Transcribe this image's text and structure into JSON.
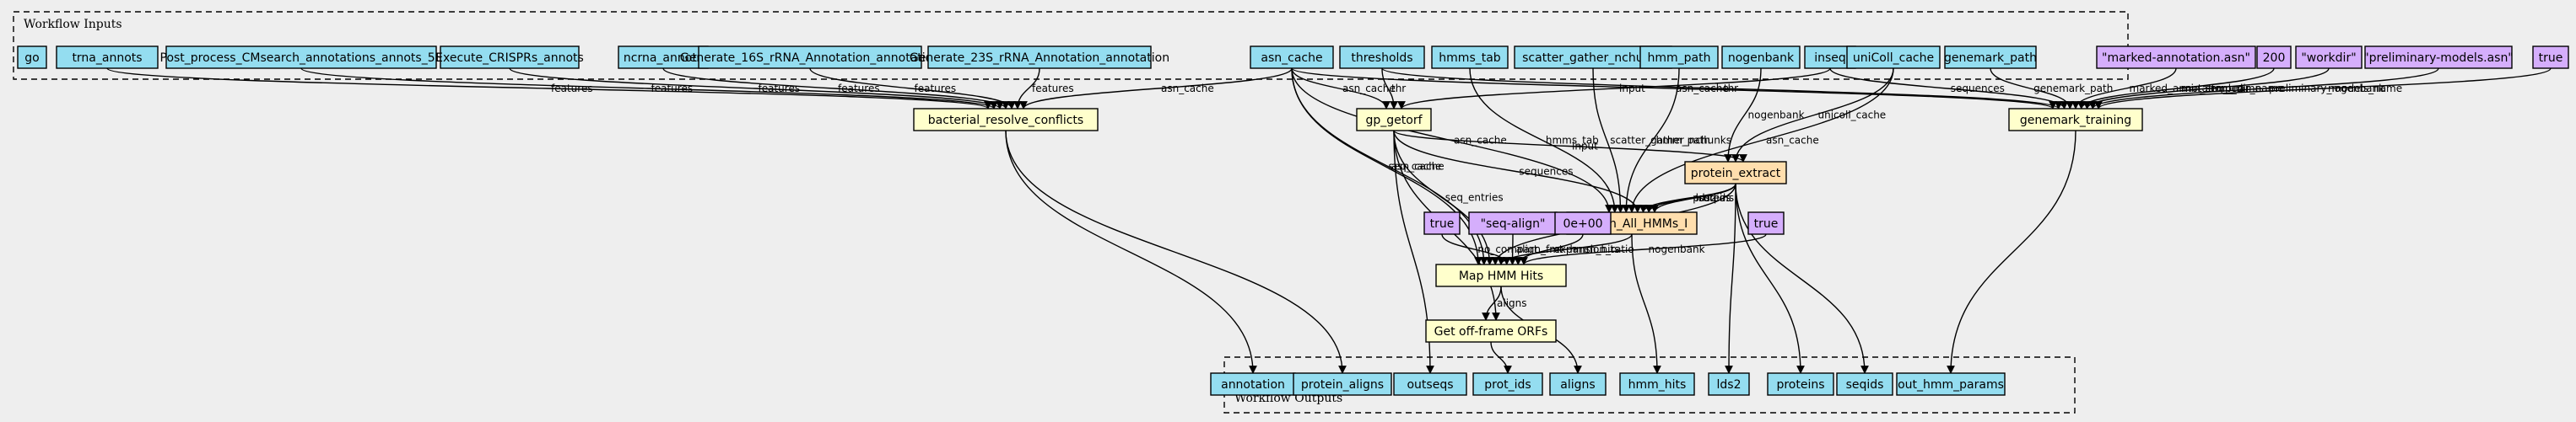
{
  "colors": {
    "background": "#eeeeee",
    "input": "#94ddf0",
    "output": "#94ddf0",
    "step": "#ffffcc",
    "subworkflow": "#ffdead",
    "default": "#d5aefc"
  },
  "clusters": [
    {
      "id": "inputs",
      "label": "Workflow Inputs"
    },
    {
      "id": "outputs",
      "label": "Workflow Outputs"
    }
  ],
  "nodes": [
    {
      "id": "in_go",
      "label": "go",
      "kind": "input"
    },
    {
      "id": "in_trna",
      "label": "trna_annots",
      "kind": "input"
    },
    {
      "id": "in_post",
      "label": "Post_process_CMsearch_annotations_annots_5S",
      "kind": "input"
    },
    {
      "id": "in_crispr",
      "label": "Execute_CRISPRs_annots",
      "kind": "input"
    },
    {
      "id": "in_ncrna",
      "label": "ncrna_annots",
      "kind": "input"
    },
    {
      "id": "in_16s",
      "label": "Generate_16S_rRNA_Annotation_annotation",
      "kind": "input"
    },
    {
      "id": "in_23s",
      "label": "Generate_23S_rRNA_Annotation_annotation",
      "kind": "input"
    },
    {
      "id": "in_asn",
      "label": "asn_cache",
      "kind": "input"
    },
    {
      "id": "in_thr",
      "label": "thresholds",
      "kind": "input"
    },
    {
      "id": "in_hmmstab",
      "label": "hmms_tab",
      "kind": "input"
    },
    {
      "id": "in_scatter",
      "label": "scatter_gather_nchunks",
      "kind": "input"
    },
    {
      "id": "in_hmmpath",
      "label": "hmm_path",
      "kind": "input"
    },
    {
      "id": "in_nogenbank",
      "label": "nogenbank",
      "kind": "input"
    },
    {
      "id": "in_inseq",
      "label": "inseq",
      "kind": "input"
    },
    {
      "id": "in_unicoll",
      "label": "uniColl_cache",
      "kind": "input"
    },
    {
      "id": "in_genemark",
      "label": "genemark_path",
      "kind": "input"
    },
    {
      "id": "d_marked",
      "label": "\"marked-annotation.asn\"",
      "kind": "default"
    },
    {
      "id": "d_200",
      "label": "200",
      "kind": "default"
    },
    {
      "id": "d_workdir",
      "label": "\"workdir\"",
      "kind": "default"
    },
    {
      "id": "d_prelim",
      "label": "\"preliminary-models.asn\"",
      "kind": "default"
    },
    {
      "id": "d_true_gm",
      "label": "true",
      "kind": "default"
    },
    {
      "id": "s_brc",
      "label": "bacterial_resolve_conflicts",
      "kind": "step"
    },
    {
      "id": "s_gm",
      "label": "genemark_training",
      "kind": "step"
    },
    {
      "id": "s_getorf",
      "label": "gp_getorf",
      "kind": "step"
    },
    {
      "id": "s_protext",
      "label": "protein_extract",
      "kind": "subworkflow"
    },
    {
      "id": "s_search",
      "label": "Search_All_HMMs_I",
      "kind": "subworkflow"
    },
    {
      "id": "d_true1",
      "label": "true",
      "kind": "default"
    },
    {
      "id": "d_seqalign",
      "label": "\"seq-align\"",
      "kind": "default"
    },
    {
      "id": "d_zero",
      "label": "0e+00",
      "kind": "default"
    },
    {
      "id": "d_true2",
      "label": "true",
      "kind": "default"
    },
    {
      "id": "s_map",
      "label": "Map HMM Hits",
      "kind": "step"
    },
    {
      "id": "s_offframe",
      "label": "Get off-frame ORFs",
      "kind": "step"
    },
    {
      "id": "out_annotation",
      "label": "annotation",
      "kind": "output"
    },
    {
      "id": "out_protaligns",
      "label": "protein_aligns",
      "kind": "output"
    },
    {
      "id": "out_outseqs",
      "label": "outseqs",
      "kind": "output"
    },
    {
      "id": "out_protids",
      "label": "prot_ids",
      "kind": "output"
    },
    {
      "id": "out_aligns",
      "label": "aligns",
      "kind": "output"
    },
    {
      "id": "out_hmmhits",
      "label": "hmm_hits",
      "kind": "output"
    },
    {
      "id": "out_lds2",
      "label": "lds2",
      "kind": "output"
    },
    {
      "id": "out_proteins",
      "label": "proteins",
      "kind": "output"
    },
    {
      "id": "out_seqids",
      "label": "seqids",
      "kind": "output"
    },
    {
      "id": "out_hmmparams",
      "label": "out_hmm_params",
      "kind": "output"
    }
  ],
  "edges": [
    {
      "from": "in_trna",
      "to": "s_brc",
      "label": "features"
    },
    {
      "from": "in_post",
      "to": "s_brc",
      "label": "features"
    },
    {
      "from": "in_crispr",
      "to": "s_brc",
      "label": "features"
    },
    {
      "from": "in_ncrna",
      "to": "s_brc",
      "label": "features"
    },
    {
      "from": "in_16s",
      "to": "s_brc",
      "label": "features"
    },
    {
      "from": "in_23s",
      "to": "s_brc",
      "label": "features"
    },
    {
      "from": "in_asn",
      "to": "s_brc",
      "label": "asn_cache"
    },
    {
      "from": "in_asn",
      "to": "s_getorf",
      "label": "asn_cache"
    },
    {
      "from": "in_asn",
      "to": "s_map",
      "label": "seq_cache"
    },
    {
      "from": "in_asn",
      "to": "s_map",
      "label": "asn_cache"
    },
    {
      "from": "in_asn",
      "to": "s_search",
      "label": "asn_cache"
    },
    {
      "from": "in_asn",
      "to": "s_gm",
      "label": "asn_cache"
    },
    {
      "from": "in_thr",
      "to": "s_getorf",
      "label": "thr"
    },
    {
      "from": "in_thr",
      "to": "s_gm",
      "label": "thr"
    },
    {
      "from": "in_hmmstab",
      "to": "s_search",
      "label": "hmms_tab"
    },
    {
      "from": "in_scatter",
      "to": "s_search",
      "label": "scatter_gather_nchunks"
    },
    {
      "from": "in_hmmpath",
      "to": "s_search",
      "label": "hmm_path"
    },
    {
      "from": "in_nogenbank",
      "to": "s_protext",
      "label": "nogenbank"
    },
    {
      "from": "in_inseq",
      "to": "s_getorf",
      "label": "input"
    },
    {
      "from": "in_inseq",
      "to": "s_gm",
      "label": "sequences"
    },
    {
      "from": "in_unicoll",
      "to": "s_search",
      "label": "asn_cache"
    },
    {
      "from": "in_unicoll",
      "to": "s_protext",
      "label": "unicoll_cache"
    },
    {
      "from": "in_genemark",
      "to": "s_gm",
      "label": "genemark_path"
    },
    {
      "from": "d_marked",
      "to": "s_gm",
      "label": "marked_annotation_name"
    },
    {
      "from": "d_200",
      "to": "s_gm",
      "label": "min_seq_len"
    },
    {
      "from": "d_workdir",
      "to": "s_gm",
      "label": "tmp_dir_name"
    },
    {
      "from": "d_prelim",
      "to": "s_gm",
      "label": "preliminary_models_name"
    },
    {
      "from": "d_true_gm",
      "to": "s_gm",
      "label": "nogenbank"
    },
    {
      "from": "s_getorf",
      "to": "s_protext",
      "label": "input"
    },
    {
      "from": "s_getorf",
      "to": "s_search",
      "label": "sequences"
    },
    {
      "from": "s_getorf",
      "to": "s_map",
      "label": "seq_entries"
    },
    {
      "from": "s_protext",
      "to": "s_search",
      "label": "proteins"
    },
    {
      "from": "s_protext",
      "to": "s_search",
      "label": "lds2"
    },
    {
      "from": "s_protext",
      "to": "s_search",
      "label": "seqids"
    },
    {
      "from": "s_protext",
      "to": "s_map",
      "label": ""
    },
    {
      "from": "s_search",
      "to": "s_map",
      "label": "hmm_hits"
    },
    {
      "from": "d_true1",
      "to": "s_map",
      "label": "no_compart"
    },
    {
      "from": "d_seqalign",
      "to": "s_map",
      "label": "align_fmt"
    },
    {
      "from": "d_zero",
      "to": "s_map",
      "label": "expansion_ratio"
    },
    {
      "from": "d_true2",
      "to": "s_map",
      "label": "nogenbank"
    },
    {
      "from": "s_map",
      "to": "s_offframe",
      "label": "aligns"
    },
    {
      "from": "s_brc",
      "to": "out_annotation",
      "label": ""
    },
    {
      "from": "s_brc",
      "to": "out_protaligns",
      "label": ""
    },
    {
      "from": "s_getorf",
      "to": "s_offframe",
      "label": ""
    },
    {
      "from": "s_getorf",
      "to": "out_outseqs",
      "label": ""
    },
    {
      "from": "s_offframe",
      "to": "out_protids",
      "label": ""
    },
    {
      "from": "s_map",
      "to": "out_aligns",
      "label": ""
    },
    {
      "from": "s_search",
      "to": "out_hmmhits",
      "label": ""
    },
    {
      "from": "s_protext",
      "to": "out_lds2",
      "label": ""
    },
    {
      "from": "s_protext",
      "to": "out_proteins",
      "label": ""
    },
    {
      "from": "s_protext",
      "to": "out_seqids",
      "label": ""
    },
    {
      "from": "s_gm",
      "to": "out_hmmparams",
      "label": ""
    }
  ]
}
